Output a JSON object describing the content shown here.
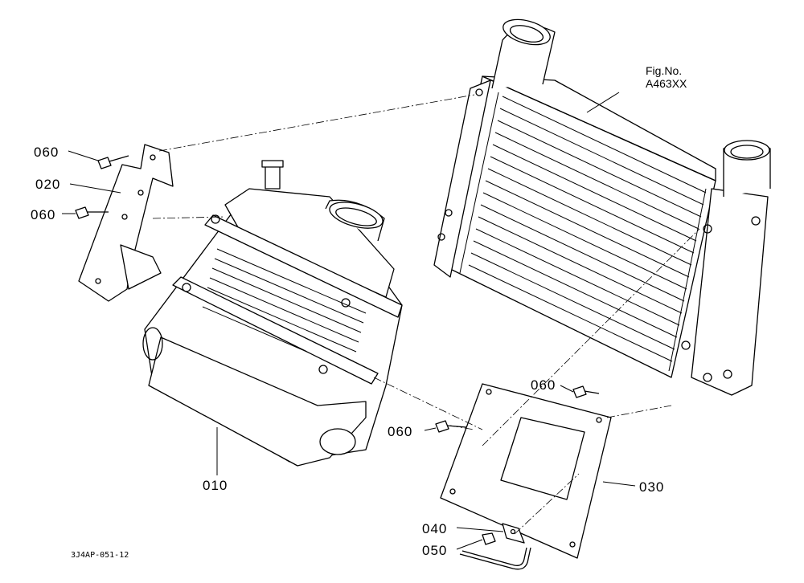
{
  "figure": {
    "fig_no_label": "Fig.No.",
    "fig_no_value": "A463XX",
    "drawing_code": "3J4AP-051-12"
  },
  "callouts": {
    "part_010": "010",
    "part_020": "020",
    "part_030": "030",
    "part_040": "040",
    "part_050": "050",
    "part_060_a": "060",
    "part_060_b": "060",
    "part_060_c": "060",
    "part_060_d": "060"
  },
  "style": {
    "line_color": "#000000",
    "background": "#ffffff"
  }
}
